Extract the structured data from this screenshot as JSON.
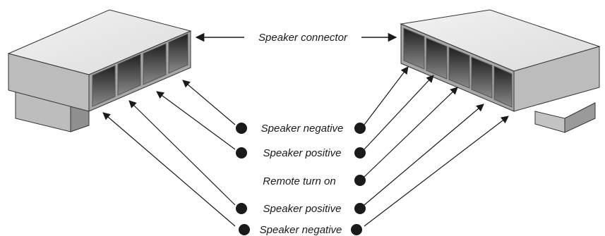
{
  "labels": {
    "speaker_connector": "Speaker connector",
    "left_side": [
      "Speaker negative",
      "Speaker positive",
      "Remote turn on",
      "Speaker positive",
      "Speaker negative"
    ]
  },
  "connectors": {
    "left": {
      "slots": 4
    },
    "right": {
      "slots": 5
    }
  },
  "colors": {
    "line": "#1a1a1a",
    "dot": "#1a1a1a",
    "top_face": "#ececec",
    "front_face": "#b8b8b8",
    "side_face": "#9a9a9a",
    "slot_dark": "#3a3a3a"
  }
}
